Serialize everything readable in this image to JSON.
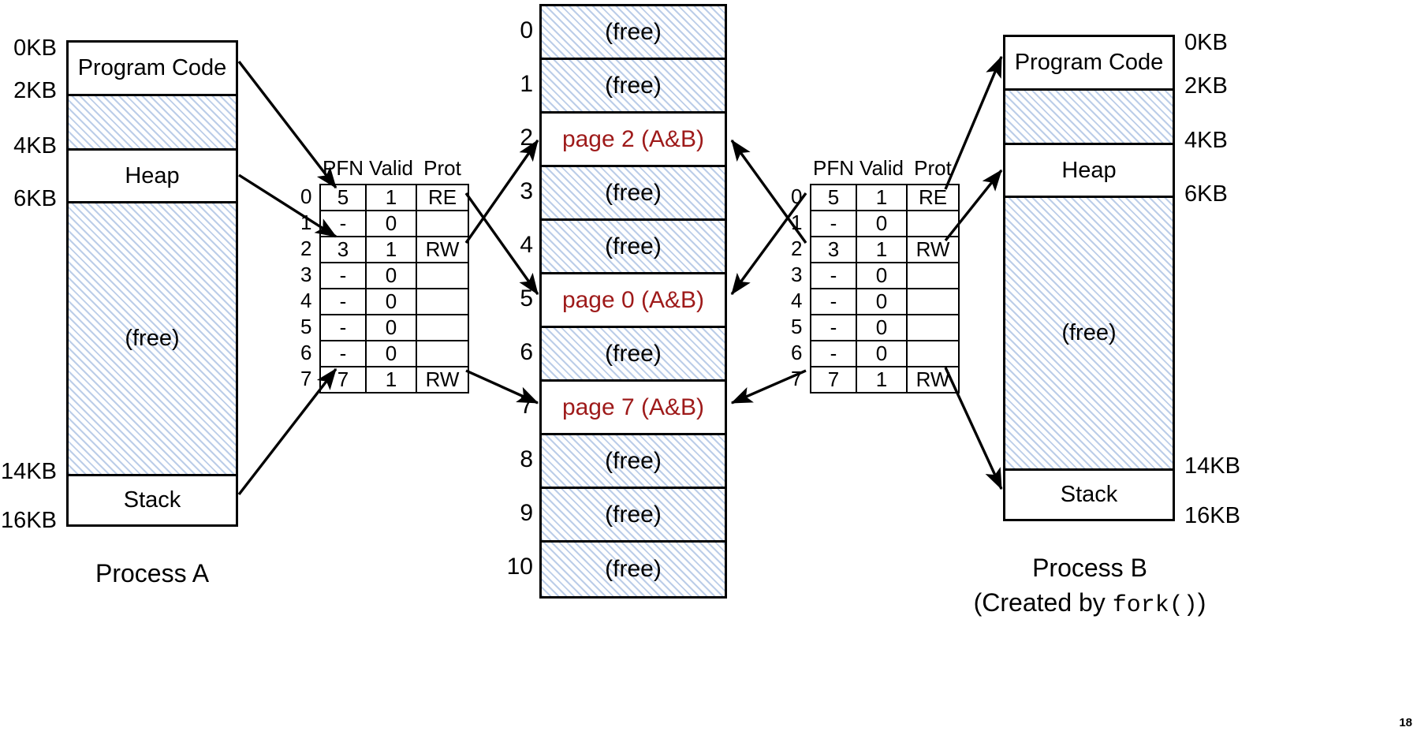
{
  "figure": {
    "slide_number": "18"
  },
  "process_a": {
    "caption": "Process A",
    "address_labels": [
      "0KB",
      "2KB",
      "4KB",
      "6KB",
      "14KB",
      "16KB"
    ],
    "segments": [
      {
        "label": "Program Code",
        "fill": "plain"
      },
      {
        "label": "",
        "fill": "hatch"
      },
      {
        "label": "Heap",
        "fill": "plain"
      },
      {
        "label": "(free)",
        "fill": "hatch"
      },
      {
        "label": "Stack",
        "fill": "plain"
      }
    ],
    "page_table": {
      "headers": [
        "PFN",
        "Valid",
        "Prot"
      ],
      "index_labels": [
        "0",
        "1",
        "2",
        "3",
        "4",
        "5",
        "6",
        "7"
      ],
      "rows": [
        {
          "pfn": "5",
          "valid": "1",
          "prot": "RE"
        },
        {
          "pfn": "-",
          "valid": "0",
          "prot": ""
        },
        {
          "pfn": "3",
          "valid": "1",
          "prot": "RW"
        },
        {
          "pfn": "-",
          "valid": "0",
          "prot": ""
        },
        {
          "pfn": "-",
          "valid": "0",
          "prot": ""
        },
        {
          "pfn": "-",
          "valid": "0",
          "prot": ""
        },
        {
          "pfn": "-",
          "valid": "0",
          "prot": ""
        },
        {
          "pfn": "7",
          "valid": "1",
          "prot": "RW"
        }
      ]
    }
  },
  "process_b": {
    "caption_line1": "Process B",
    "caption_line2_prefix": "(Created by ",
    "caption_line2_code": "fork()",
    "caption_line2_suffix": ")",
    "address_labels": [
      "0KB",
      "2KB",
      "4KB",
      "6KB",
      "14KB",
      "16KB"
    ],
    "segments": [
      {
        "label": "Program Code",
        "fill": "plain"
      },
      {
        "label": "",
        "fill": "hatch"
      },
      {
        "label": "Heap",
        "fill": "plain"
      },
      {
        "label": "(free)",
        "fill": "hatch"
      },
      {
        "label": "Stack",
        "fill": "plain"
      }
    ],
    "page_table": {
      "headers": [
        "PFN",
        "Valid",
        "Prot"
      ],
      "index_labels": [
        "0",
        "1",
        "2",
        "3",
        "4",
        "5",
        "6",
        "7"
      ],
      "rows": [
        {
          "pfn": "5",
          "valid": "1",
          "prot": "RE"
        },
        {
          "pfn": "-",
          "valid": "0",
          "prot": ""
        },
        {
          "pfn": "3",
          "valid": "1",
          "prot": "RW"
        },
        {
          "pfn": "-",
          "valid": "0",
          "prot": ""
        },
        {
          "pfn": "-",
          "valid": "0",
          "prot": ""
        },
        {
          "pfn": "-",
          "valid": "0",
          "prot": ""
        },
        {
          "pfn": "-",
          "valid": "0",
          "prot": ""
        },
        {
          "pfn": "7",
          "valid": "1",
          "prot": "RW"
        }
      ]
    }
  },
  "physical_memory": {
    "frame_indices": [
      "0",
      "1",
      "2",
      "3",
      "4",
      "5",
      "6",
      "7",
      "8",
      "9",
      "10"
    ],
    "frames": [
      {
        "label": "(free)",
        "state": "free"
      },
      {
        "label": "(free)",
        "state": "free"
      },
      {
        "label": "page 2 (A&B)",
        "state": "used"
      },
      {
        "label": "(free)",
        "state": "free"
      },
      {
        "label": "(free)",
        "state": "free"
      },
      {
        "label": "page 0 (A&B)",
        "state": "used"
      },
      {
        "label": "(free)",
        "state": "free"
      },
      {
        "label": "page 7 (A&B)",
        "state": "used"
      },
      {
        "label": "(free)",
        "state": "free"
      },
      {
        "label": "(free)",
        "state": "free"
      },
      {
        "label": "(free)",
        "state": "free"
      }
    ],
    "used_text_color": "#9e1a1a"
  }
}
